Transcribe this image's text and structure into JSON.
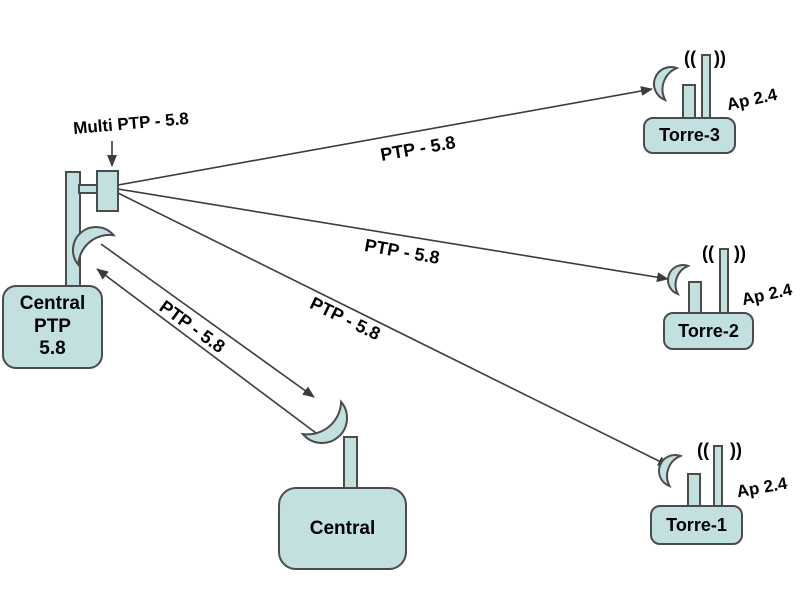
{
  "colors": {
    "background": "#ffffff",
    "shape-fill": "#c3e0e1",
    "shape-stroke": "#4b4b4b",
    "line-color": "#3c3c3c",
    "text-color": "#000000"
  },
  "hub": {
    "multi_device_label": "Multi PTP - 5.8",
    "box_lines": [
      "Central",
      "PTP",
      "5.8"
    ]
  },
  "central_site": {
    "label": "Central"
  },
  "towers": [
    {
      "name": "Torre-3",
      "ap_label": "Ap 2.4",
      "waves_left": "((",
      "waves_right": "))"
    },
    {
      "name": "Torre-2",
      "ap_label": "Ap 2.4",
      "waves_left": "((",
      "waves_right": "))"
    },
    {
      "name": "Torre-1",
      "ap_label": "Ap 2.4",
      "waves_left": "((",
      "waves_right": "))"
    }
  ],
  "links": {
    "hub_to_torre3": "PTP - 5.8",
    "hub_to_torre2": "PTP - 5.8",
    "hub_to_torre1": "PTP - 5.8",
    "hub_to_central": "PTP - 5.8"
  }
}
